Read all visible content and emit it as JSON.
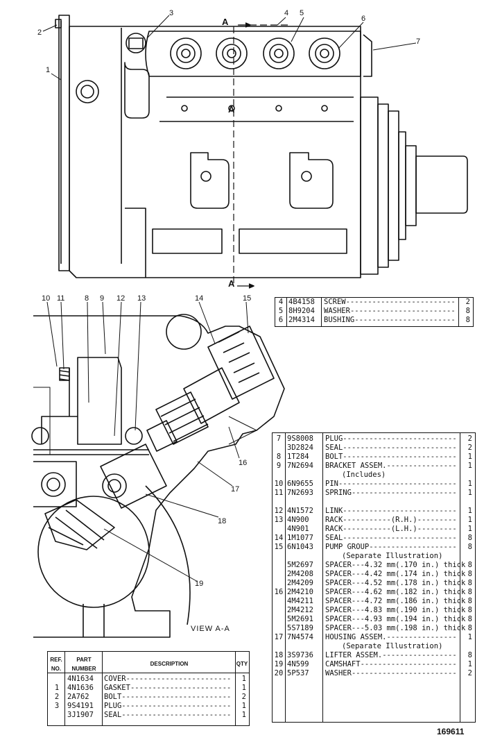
{
  "callouts_top": [
    "1",
    "2",
    "3",
    "4",
    "5",
    "6",
    "7"
  ],
  "section_label": "A",
  "callouts_section": [
    "8",
    "9",
    "10",
    "11",
    "12",
    "13",
    "14",
    "15",
    "16",
    "17",
    "18",
    "19"
  ],
  "view_label": "VIEW A-A",
  "figure_number": "169611",
  "table_top": {
    "rows": [
      {
        "ref": "4",
        "part": "4B4158",
        "desc": "SCREW",
        "qty": "2"
      },
      {
        "ref": "5",
        "part": "8H9204",
        "desc": "WASHER",
        "qty": "8"
      },
      {
        "ref": "6",
        "part": "2M4314",
        "desc": "BUSHING",
        "qty": "8"
      }
    ]
  },
  "table_right": {
    "rows": [
      {
        "ref": "7",
        "part": "9S8008",
        "desc": "PLUG",
        "qty": "2"
      },
      {
        "ref": "",
        "part": "3D2824",
        "desc": "SEAL",
        "qty": "2"
      },
      {
        "ref": "8",
        "part": "1T284",
        "desc": "BOLT",
        "qty": "1"
      },
      {
        "ref": "9",
        "part": "7N2694",
        "desc": "BRACKET ASSEM.",
        "qty": "1"
      },
      {
        "ref": "",
        "part": "",
        "desc": "(Includes)",
        "qty": ""
      },
      {
        "ref": "10",
        "part": "6N9655",
        "desc": "PIN",
        "qty": "1"
      },
      {
        "ref": "11",
        "part": "7N2693",
        "desc": "SPRING",
        "qty": "1"
      },
      {
        "ref": "",
        "part": "",
        "desc": "",
        "qty": ""
      },
      {
        "ref": "12",
        "part": "4N1572",
        "desc": "LINK",
        "qty": "1"
      },
      {
        "ref": "13",
        "part": "4N900",
        "desc": "RACK-----------(R.H.)",
        "qty": "1"
      },
      {
        "ref": "",
        "part": "4N901",
        "desc": "RACK-----------(L.H.)",
        "qty": "1"
      },
      {
        "ref": "14",
        "part": "1M1077",
        "desc": "SEAL",
        "qty": "8"
      },
      {
        "ref": "15",
        "part": "6N1043",
        "desc": "PUMP GROUP",
        "qty": "8"
      },
      {
        "ref": "",
        "part": "",
        "desc": "(Separate Illustration)",
        "qty": ""
      },
      {
        "ref": "",
        "part": "5M2697",
        "desc": "SPACER---4.32 mm(.170 in.) thick",
        "qty": "8"
      },
      {
        "ref": "",
        "part": "2M4208",
        "desc": "SPACER---4.42 mm(.174 in.) thick",
        "qty": "8"
      },
      {
        "ref": "",
        "part": "2M4209",
        "desc": "SPACER---4.52 mm(.178 in.) thick",
        "qty": "8"
      },
      {
        "ref": "16",
        "part": "2M4210",
        "desc": "SPACER---4.62 mm(.182 in.) thick",
        "qty": "8"
      },
      {
        "ref": "",
        "part": "4M4211",
        "desc": "SPACER---4.72 mm(.186 in.) thick",
        "qty": "8"
      },
      {
        "ref": "",
        "part": "2M4212",
        "desc": "SPACER---4.83 mm(.190 in.) thick",
        "qty": "8"
      },
      {
        "ref": "",
        "part": "5M2691",
        "desc": "SPACER---4.93 mm(.194 in.) thick",
        "qty": "8"
      },
      {
        "ref": "",
        "part": "5S7189",
        "desc": "SPACER---5.03 mm(.198 in.) thick",
        "qty": "8"
      },
      {
        "ref": "17",
        "part": "7N4574",
        "desc": "HOUSING ASSEM.",
        "qty": "1"
      },
      {
        "ref": "",
        "part": "",
        "desc": "(Separate Illustration)",
        "qty": ""
      },
      {
        "ref": "18",
        "part": "3S9736",
        "desc": "LIFTER ASSEM.",
        "qty": "8"
      },
      {
        "ref": "19",
        "part": "4N599",
        "desc": "CAMSHAFT",
        "qty": "1"
      },
      {
        "ref": "20",
        "part": "5P537",
        "desc": "WASHER",
        "qty": "2"
      }
    ]
  },
  "table_bottom": {
    "headers": {
      "ref": "REF. NO.",
      "part": "PART NUMBER",
      "desc": "DESCRIPTION",
      "qty": "QTY"
    },
    "rows": [
      {
        "ref": "",
        "part": "4N1634",
        "desc": "COVER",
        "qty": "1"
      },
      {
        "ref": "1",
        "part": "4N1636",
        "desc": "GASKET",
        "qty": "1"
      },
      {
        "ref": "2",
        "part": "2A762",
        "desc": "BOLT",
        "qty": "2"
      },
      {
        "ref": "3",
        "part": "9S4191",
        "desc": "PLUG",
        "qty": "1"
      },
      {
        "ref": "",
        "part": "3J1907",
        "desc": "SEAL",
        "qty": "1"
      }
    ]
  }
}
